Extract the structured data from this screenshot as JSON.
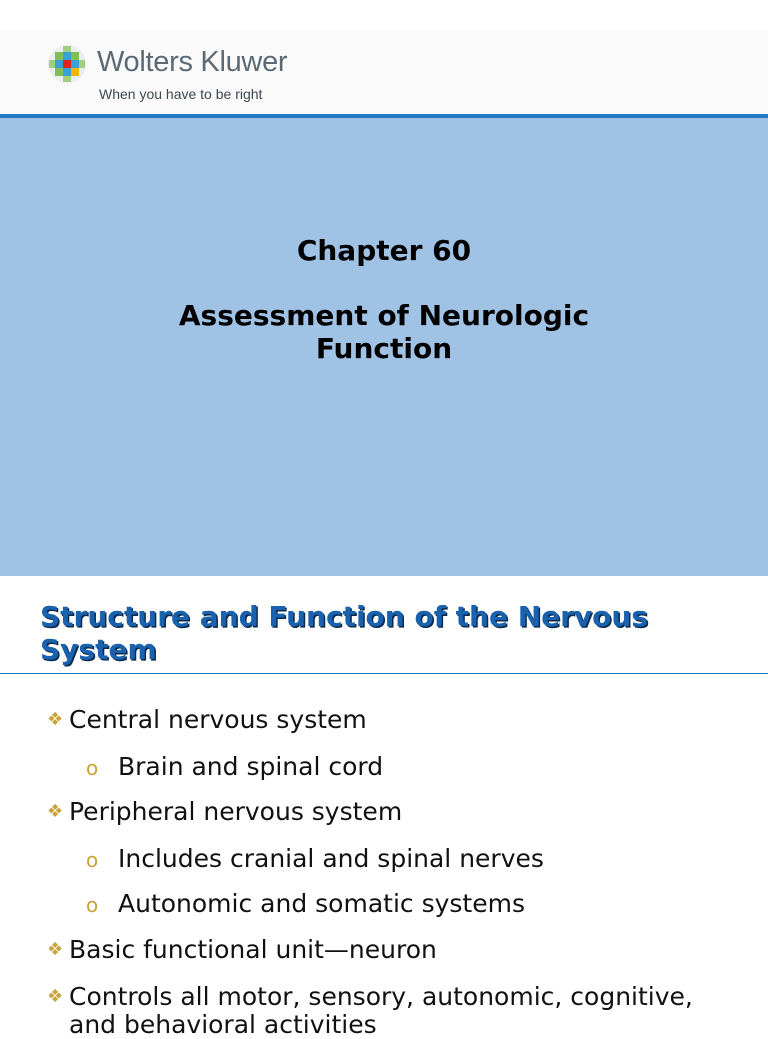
{
  "slide1": {
    "brand_name": "Wolters Kluwer",
    "tagline": "When you have to be right",
    "chapter": "Chapter 60",
    "subtitle_line1": "Assessment of Neurologic",
    "subtitle_line2": "Function"
  },
  "slide2": {
    "title_line1": "Structure and Function of the Nervous",
    "title_line2": "System",
    "bullets": [
      {
        "level": 1,
        "marker": "❖",
        "text": "Central nervous system"
      },
      {
        "level": 2,
        "marker": "o",
        "text": "Brain and spinal cord"
      },
      {
        "level": 1,
        "marker": "❖",
        "text": "Peripheral nervous system"
      },
      {
        "level": 2,
        "marker": "o",
        "text": "Includes cranial and spinal nerves"
      },
      {
        "level": 2,
        "marker": "o",
        "text": "Autonomic and somatic systems"
      },
      {
        "level": 1,
        "marker": "❖",
        "text": "Basic functional unit—neuron"
      },
      {
        "level": 1,
        "marker": "❖",
        "text": "Controls all motor, sensory, autonomic, cognitive,"
      },
      {
        "level": 1,
        "marker": "",
        "text": "and behavioral activities"
      }
    ]
  },
  "colors": {
    "accent_blue": "#1f7bc1",
    "title_panel": "#a0c2e4",
    "heading_blue": "#1a62ad",
    "bullet_gold": "#c9a23a"
  }
}
